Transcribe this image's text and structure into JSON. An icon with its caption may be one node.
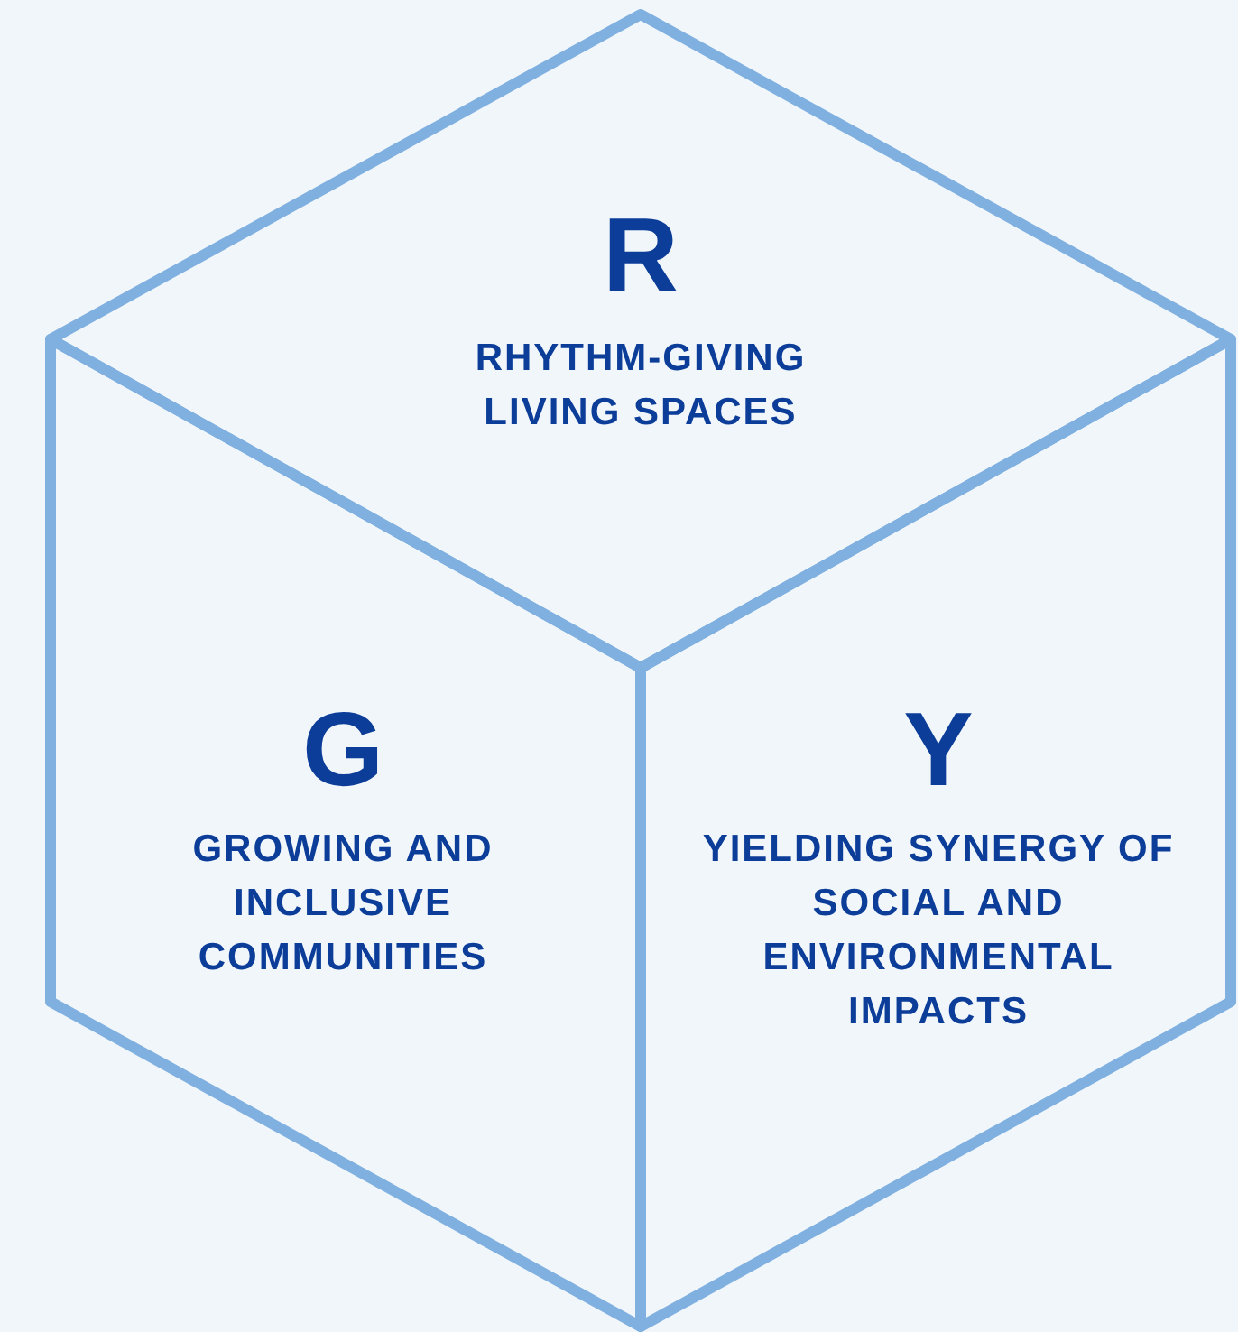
{
  "diagram": {
    "nodes": [
      {
        "text": [
          "R",
          "RHYTHM-GIVING LIVING SPACES"
        ]
      },
      {
        "text": [
          "G",
          "GROWING AND INCLUSIVE COMMUNITIES"
        ]
      },
      {
        "text": [
          "Y",
          "YIELDING SYNERGY OF SOCIAL AND ENVIRONMENTAL IMPACTS"
        ]
      }
    ]
  }
}
